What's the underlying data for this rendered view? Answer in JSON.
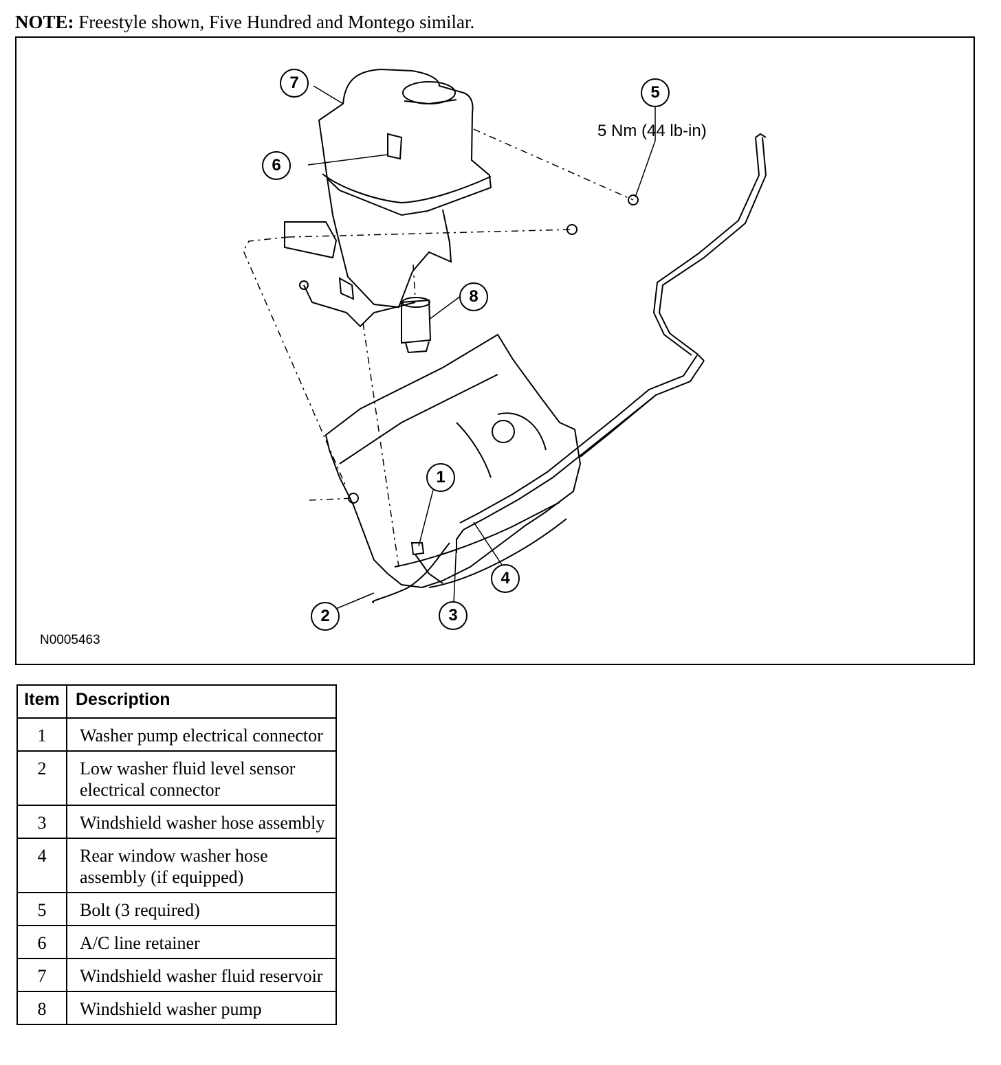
{
  "note": {
    "label": "NOTE:",
    "text": "Freestyle shown, Five Hundred and Montego similar."
  },
  "figure": {
    "id": "N0005463",
    "torque": "5 Nm (44 lb-in)",
    "callouts": [
      "1",
      "2",
      "3",
      "4",
      "5",
      "6",
      "7",
      "8"
    ]
  },
  "legend": {
    "header_item": "Item",
    "header_description": "Description",
    "rows": [
      {
        "item": "1",
        "description": "Washer pump electrical connector"
      },
      {
        "item": "2",
        "description": "Low washer fluid level sensor electrical connector"
      },
      {
        "item": "3",
        "description": "Windshield washer hose assembly"
      },
      {
        "item": "4",
        "description": "Rear window washer hose assembly (if equipped)"
      },
      {
        "item": "5",
        "description": "Bolt (3 required)"
      },
      {
        "item": "6",
        "description": "A/C line retainer"
      },
      {
        "item": "7",
        "description": "Windshield washer fluid reservoir"
      },
      {
        "item": "8",
        "description": "Windshield washer pump"
      }
    ]
  }
}
